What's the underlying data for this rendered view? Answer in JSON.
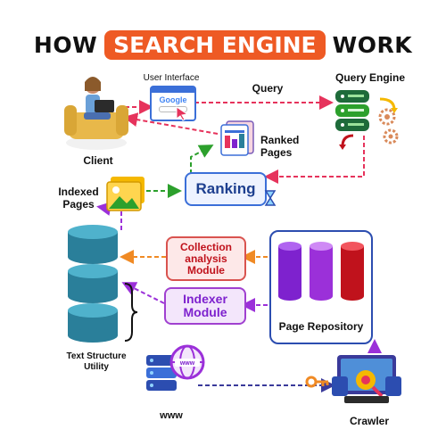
{
  "title": {
    "prefix": "HOW",
    "highlight": "SEARCH ENGINE",
    "suffix": "WORK"
  },
  "nodes": {
    "client": "Client",
    "user_interface": "User Interface",
    "google_logo": "Google",
    "query": "Query",
    "query_engine": "Query Engine",
    "ranked_pages": "Ranked Pages",
    "ranking": "Ranking",
    "indexed_pages": "Indexed\nPages",
    "collection_module": "Collection\nanalysis\nModule",
    "indexer_module": "Indexer\nModule",
    "page_repository": "Page Repository",
    "text_structure_utility": "Text Structure\nUtility",
    "www": "www",
    "crawler": "Crawler"
  },
  "colors": {
    "title_accent": "#ee5a24",
    "arrow_red": "#e6335c",
    "arrow_green": "#2ca02c",
    "arrow_orange": "#f08a24",
    "arrow_purple": "#9b30d9",
    "arrow_navy": "#3a3a9a",
    "ranking_border": "#3b6fd8",
    "collection_border": "#d9534f",
    "indexer_border": "#a040d0",
    "repository_border": "#2c4db0",
    "cylinder_teal": "#2a7f9a",
    "repo_purple": "#7e22ce",
    "repo_red": "#c0121c"
  },
  "icons": [
    "person-with-laptop-icon",
    "browser-window-icon",
    "cursor-icon",
    "database-server-icon",
    "gear-icon",
    "loop-arrow-icon",
    "ranked-pages-icon",
    "image-picture-icon",
    "hourglass-icon",
    "text-cylinder-icon",
    "brace-icon",
    "www-server-icon",
    "crawler-bot-icon",
    "key-icon"
  ]
}
